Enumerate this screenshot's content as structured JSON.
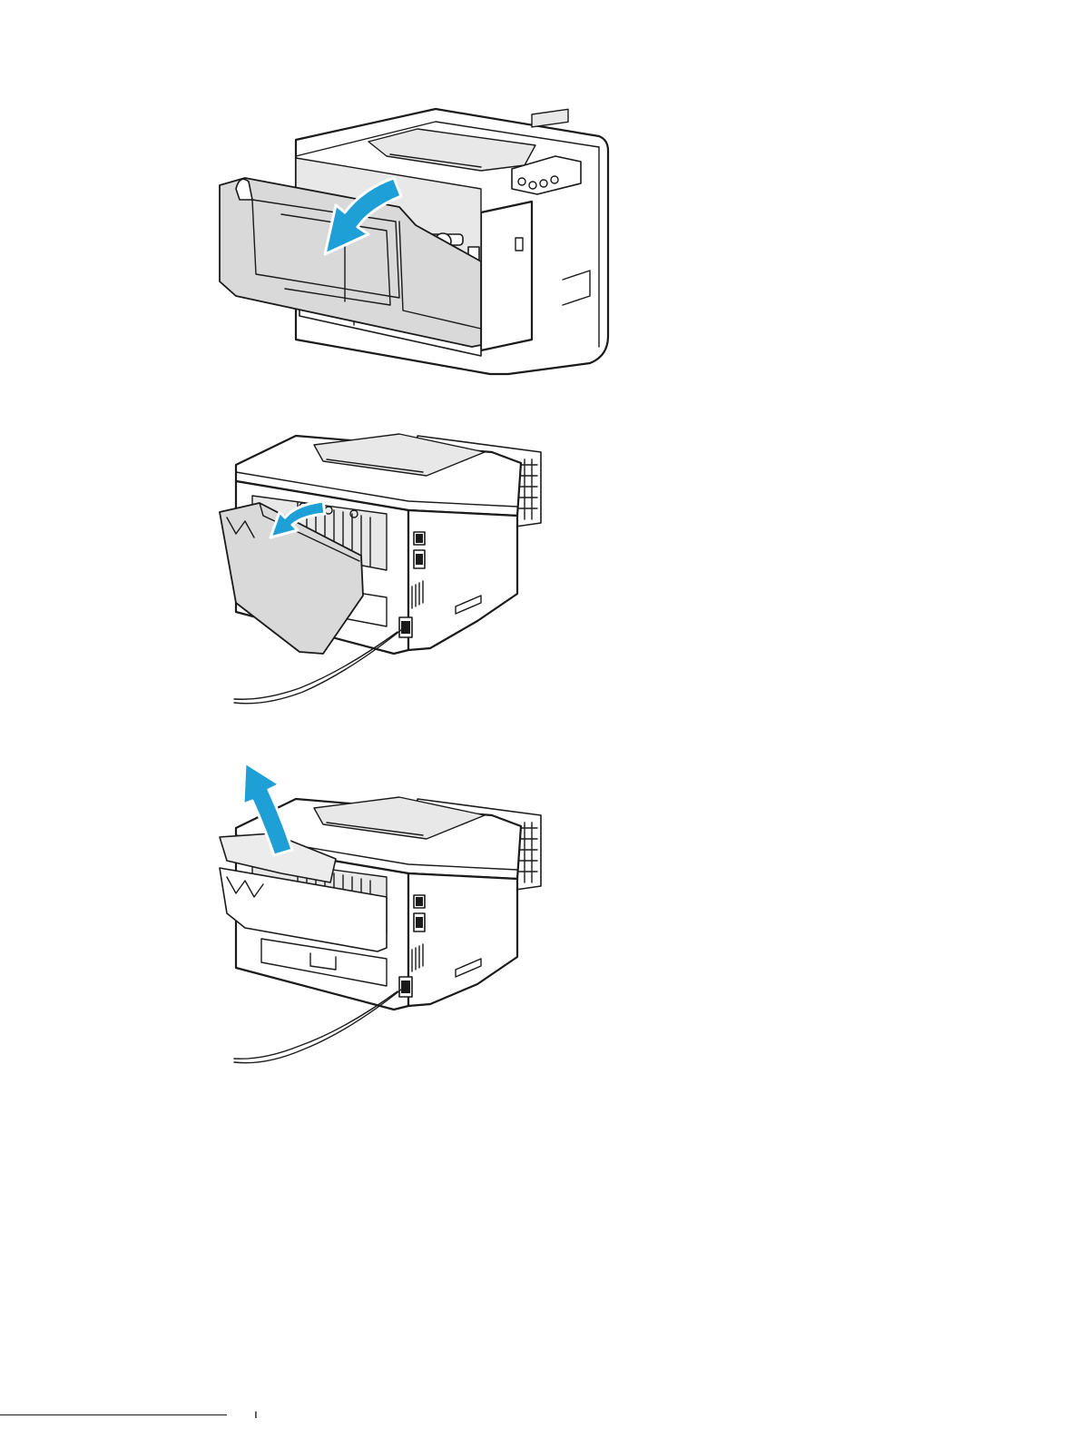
{
  "figures": [
    {
      "icon": "printer-front-door-open-illustration"
    },
    {
      "icon": "printer-rear-door-open-illustration"
    },
    {
      "icon": "printer-remove-jammed-paper-illustration"
    }
  ],
  "colors": {
    "arrow": "#1ea0d7",
    "panel_gray": "#d9d9d9",
    "line": "#1a1a1a"
  },
  "footnote": {
    "mark": "ı"
  }
}
